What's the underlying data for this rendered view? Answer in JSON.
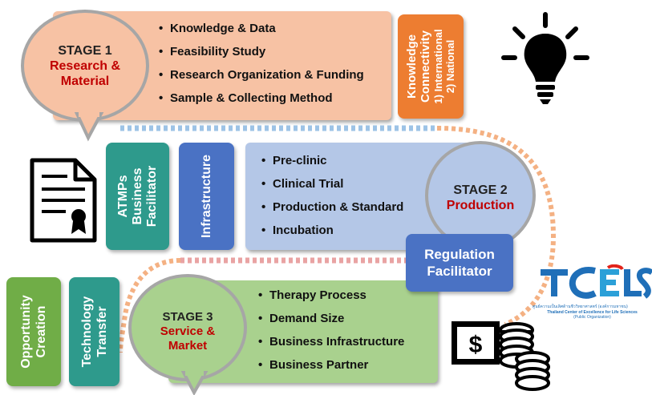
{
  "stage1": {
    "title": "STAGE 1",
    "subtitle": "Research & Material",
    "items": [
      "Knowledge & Data",
      "Feasibility Study",
      "Research Organization & Funding",
      "Sample & Collecting Method"
    ]
  },
  "knowledge_box": {
    "line1": "Knowledge",
    "line2": "Connectivity",
    "line3": "1) International",
    "line4": "2) National"
  },
  "atmps_box": {
    "line1": "ATMPs",
    "line2": "Business",
    "line3": "Facilitator"
  },
  "infrastructure_box": {
    "label": "Infrastructure"
  },
  "stage2": {
    "title": "STAGE 2",
    "subtitle": "Production",
    "items": [
      "Pre-clinic",
      "Clinical Trial",
      "Production & Standard",
      "Incubation"
    ]
  },
  "regulation_box": {
    "line1": "Regulation",
    "line2": "Facilitator"
  },
  "opportunity_box": {
    "line1": "Opportunity",
    "line2": "Creation"
  },
  "technology_box": {
    "line1": "Technology",
    "line2": "Transfer"
  },
  "stage3": {
    "title": "STAGE 3",
    "subtitle": "Service & Market",
    "items": [
      "Therapy Process",
      "Demand Size",
      "Business Infrastructure",
      "Business Partner"
    ]
  },
  "logo": {
    "name": "TCELS",
    "thai": "ศูนย์ความเป็นเลิศด้านชีววิทยาศาสตร์ (องค์การมหาชน)",
    "eng": "Thailand Center of Excellence for Life Sciences",
    "org": "(Public Organization)"
  },
  "icons": [
    "lightbulb-icon",
    "certificate-document-icon",
    "money-coins-icon"
  ],
  "colors": {
    "stage1": "#f7c2a4",
    "orange": "#ed7d31",
    "teal": "#2e9a8c",
    "blue": "#4a72c4",
    "lightblue": "#b4c7e7",
    "green": "#70ad47",
    "lightgreen": "#a9d18e",
    "dots_gold": "#f4b183",
    "dots_blue": "#9dc3e6",
    "dots_red": "#e9a3a3"
  }
}
